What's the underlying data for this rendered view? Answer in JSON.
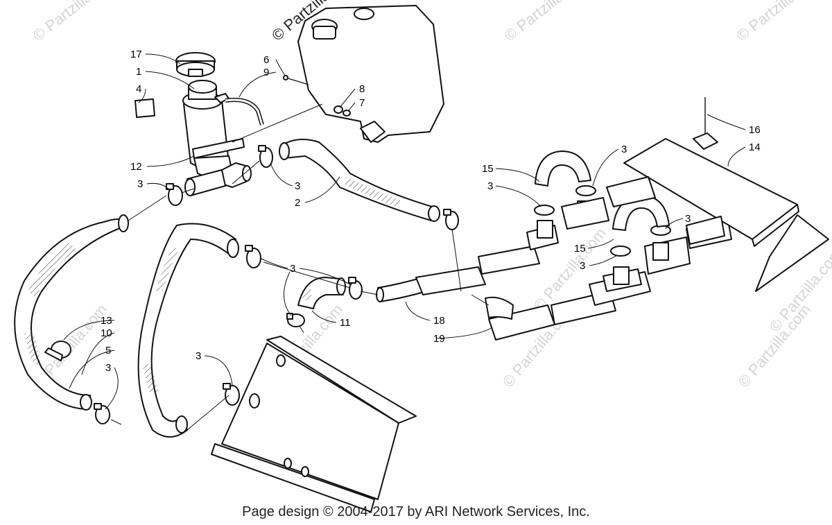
{
  "watermarks": {
    "top_tank": "© Partzilla",
    "top_left": "© Partzilla.com",
    "top_center": "© Partzilla.com",
    "top_right": "© Partzilla.com",
    "left_mid": "© Partzilla.com",
    "center_mid": "© Partzilla.com",
    "right_mid": "© Partzilla.com",
    "right_lower": "© Partzilla.com",
    "far_right": "© Partzilla.com",
    "far_right_lower": "© Partzilla.com"
  },
  "callouts": {
    "c17": "17",
    "c1": "1",
    "c4": "4",
    "c12": "12",
    "c3a": "3",
    "c6": "6",
    "c9": "9",
    "c8": "8",
    "c7": "7",
    "c3b": "3",
    "c2": "2",
    "c15a": "15",
    "c3c": "3",
    "c3d": "3",
    "c16": "16",
    "c14": "14",
    "c3e": "3",
    "c15b": "15",
    "c3f": "3",
    "c3g": "3",
    "c11": "11",
    "c18": "18",
    "c19": "19",
    "c13": "13",
    "c10": "10",
    "c5": "5",
    "c3h": "3",
    "c3i": "3"
  },
  "footer": "Page design © 2004-2017 by ARI Network Services, Inc."
}
